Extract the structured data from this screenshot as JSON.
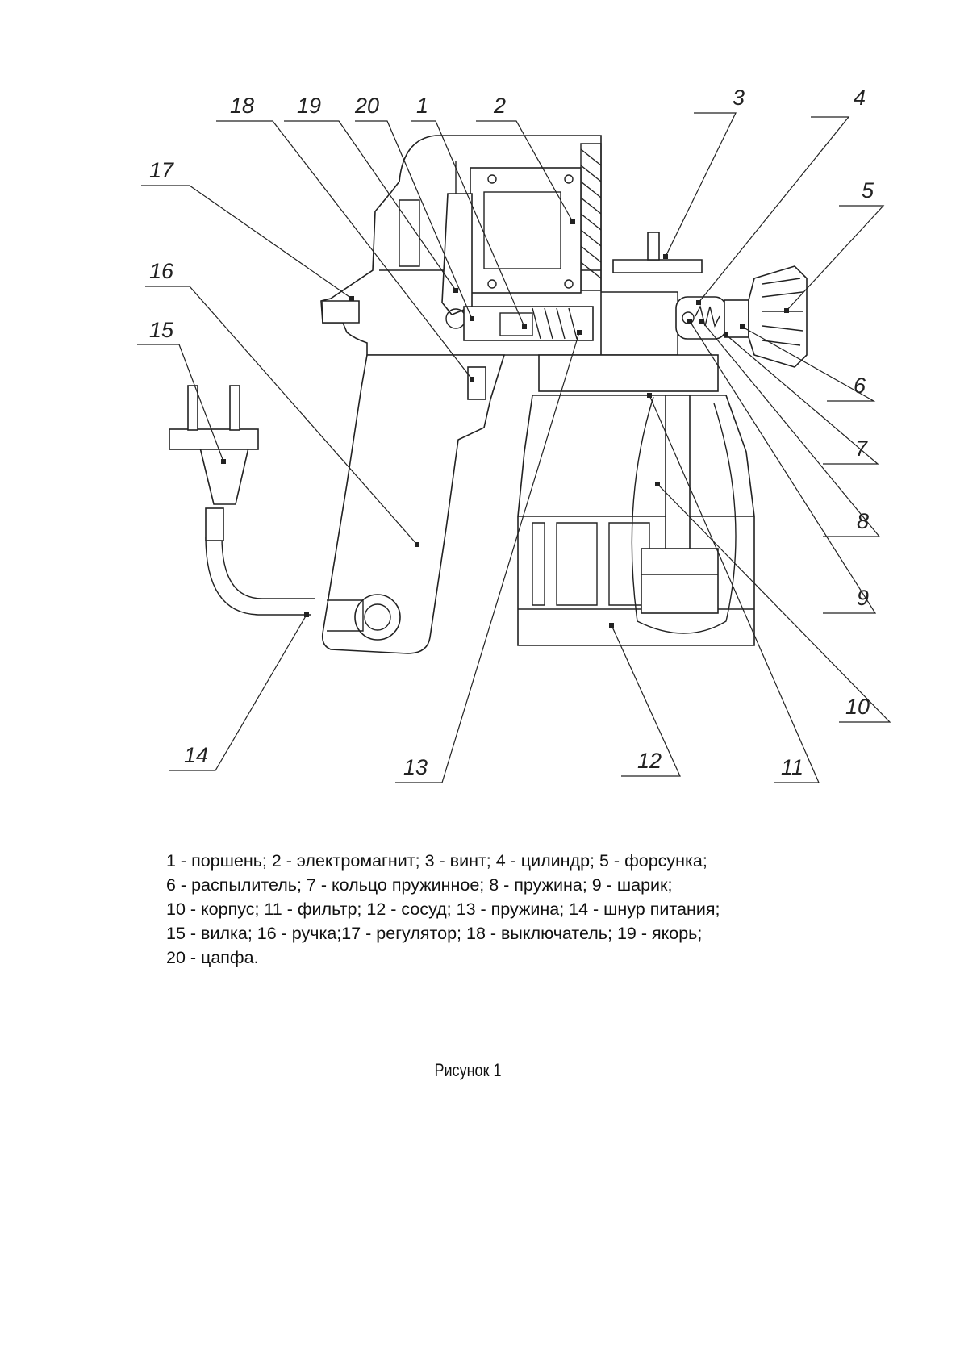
{
  "callouts": [
    "1",
    "2",
    "3",
    "4",
    "5",
    "6",
    "7",
    "8",
    "9",
    "10",
    "11",
    "12",
    "13",
    "14",
    "15",
    "16",
    "17",
    "18",
    "19",
    "20"
  ],
  "legend": {
    "lines": [
      "1 - поршень; 2 - электромагнит; 3 - винт; 4 - цилиндр; 5 - форсунка;",
      "6 - распылитель; 7 - кольцо пружинное; 8 - пружина; 9 - шарик;",
      "10 - корпус; 11 - фильтр; 12 - сосуд; 13 - пружина; 14 - шнур питания;",
      "15 - вилка; 16 - ручка;17 - регулятор; 18 - выключатель; 19 - якорь;",
      "20 - цапфа."
    ]
  },
  "caption": "Рисунок 1"
}
